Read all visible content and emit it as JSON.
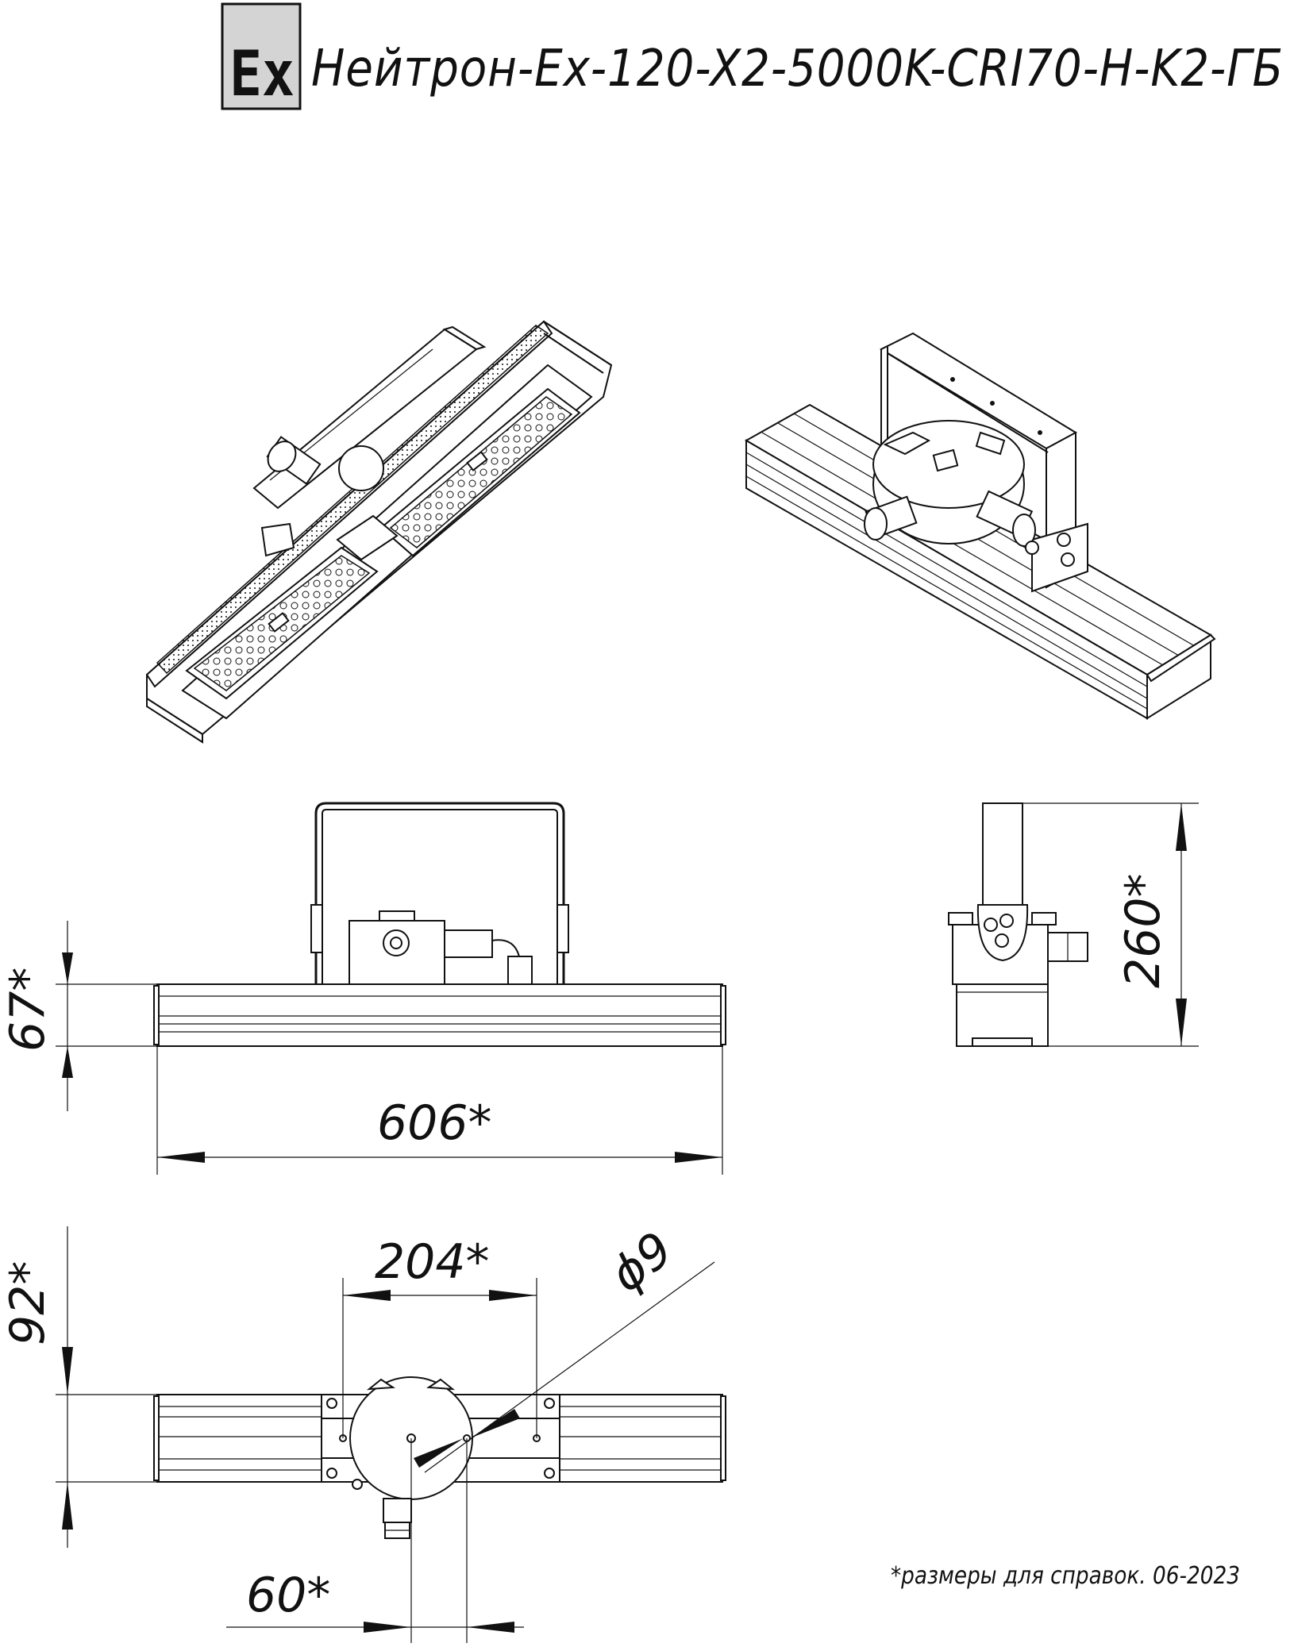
{
  "header": {
    "ex_mark": "Ex",
    "title": "Нейтрон-Ex-120-X2-5000K-CRI70-H-K2-ГБ"
  },
  "dimensions": {
    "height_body": "67*",
    "length": "606*",
    "height_total": "260*",
    "mount_spacing": "204*",
    "hole_diameter": "ϕ9",
    "depth": "92*",
    "hole_offset": "60*"
  },
  "footer": {
    "note": "*размеры для справок. 06-2023"
  },
  "colors": {
    "ex_badge_fill": "#d4d4d4",
    "line": "#111111"
  }
}
